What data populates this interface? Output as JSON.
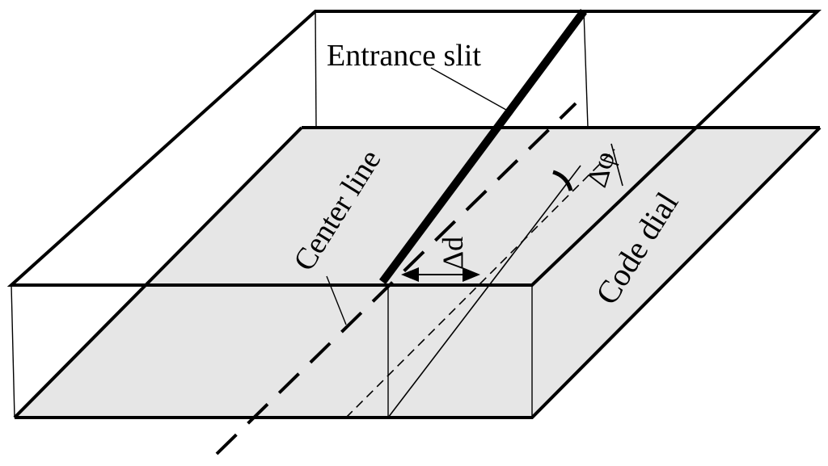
{
  "labels": {
    "entrance_slit": "Entrance slit",
    "center_line": "Center line",
    "code_dial": "Code dial",
    "delta_d": "Δd",
    "delta_phi": "Δφ"
  },
  "colors": {
    "face_fill": "#e6e6e6",
    "line": "#000000",
    "background": "#ffffff"
  }
}
